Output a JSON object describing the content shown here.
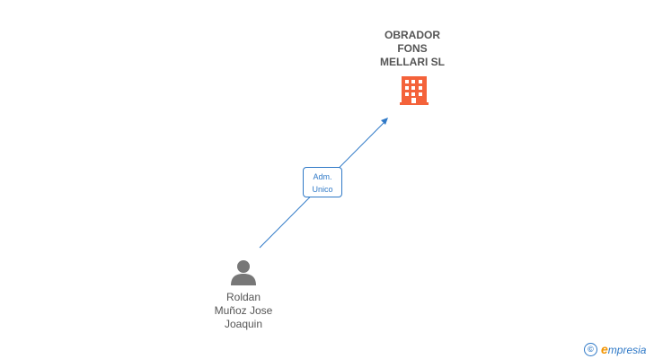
{
  "company": {
    "name_lines": [
      "OBRADOR",
      "FONS",
      "MELLARI SL"
    ],
    "icon": "building-icon",
    "color": "#f4623a"
  },
  "person": {
    "name_lines": [
      "Roldan",
      "Muñoz Jose",
      "Joaquin"
    ],
    "icon": "person-icon",
    "color": "#777777"
  },
  "relation": {
    "label_lines": [
      "Adm.",
      "Unico"
    ],
    "color": "#2f79c7"
  },
  "footer": {
    "copyright_symbol": "©",
    "brand_initial": "e",
    "brand_rest": "mpresia"
  }
}
